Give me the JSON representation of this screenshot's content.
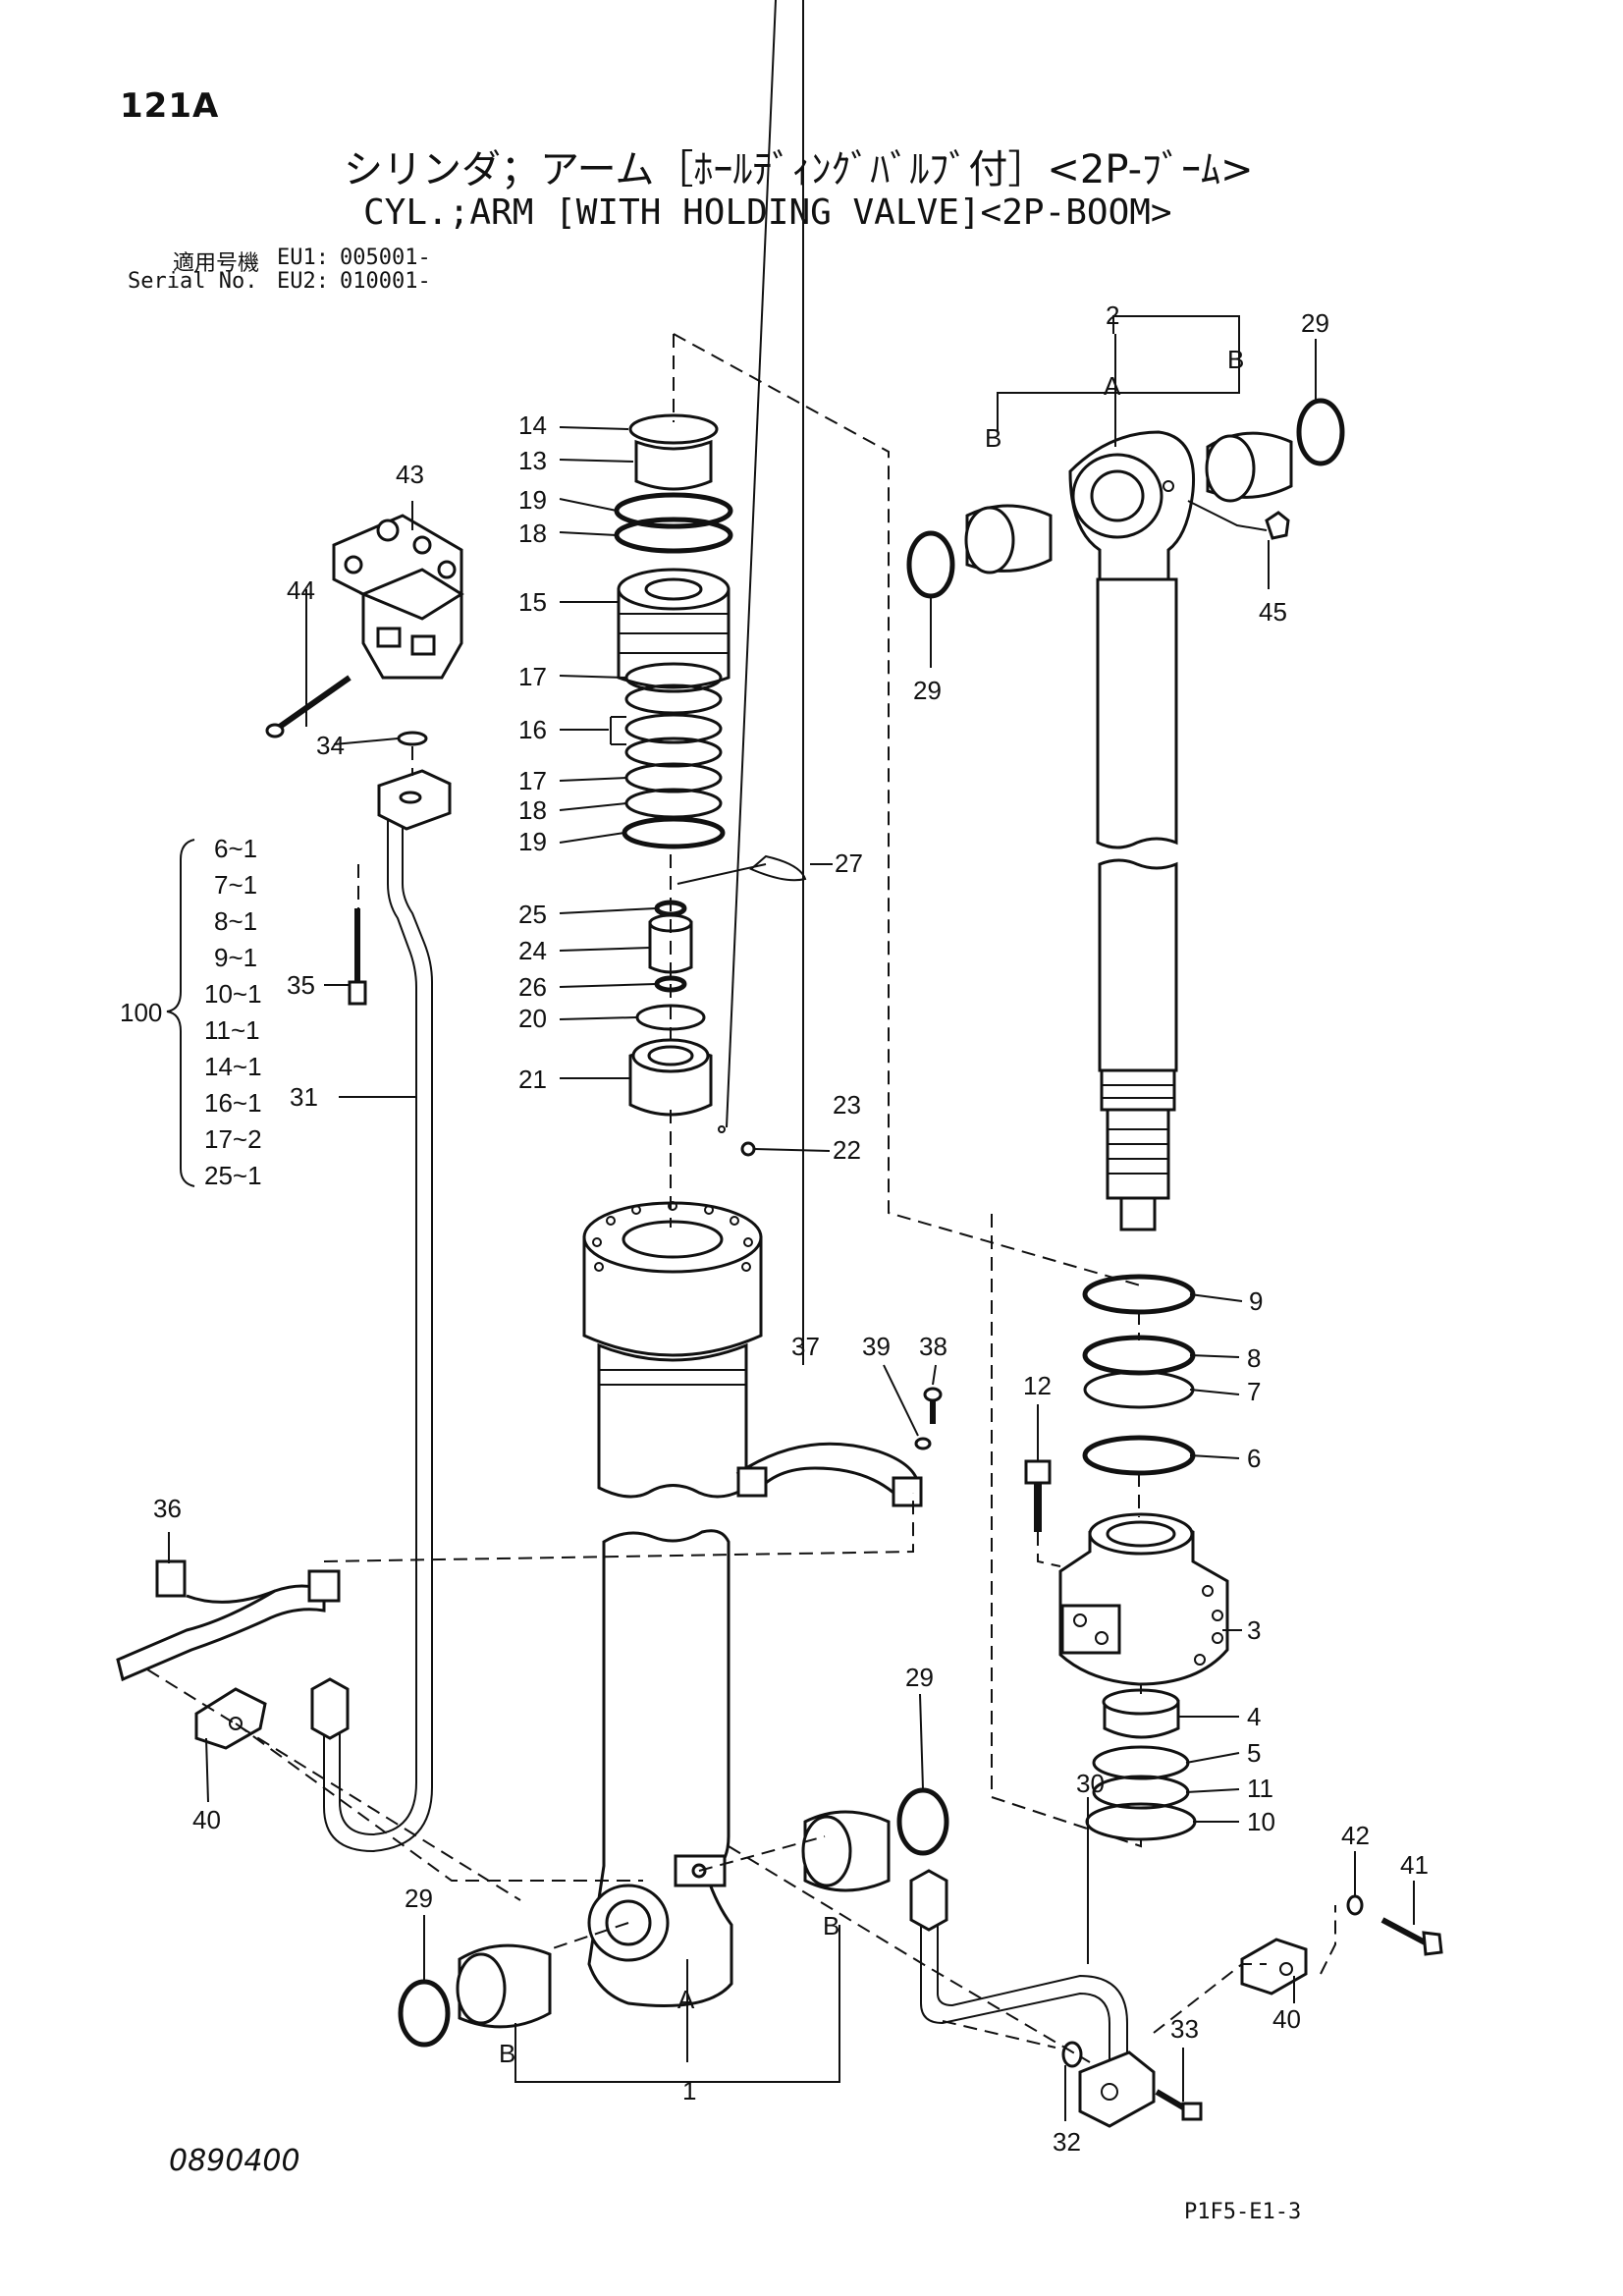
{
  "header": {
    "page_no": "121A",
    "title_jp": "シリンダ；アーム［ﾎｰﾙﾃﾞｨﾝｸﾞﾊﾞﾙﾌﾞ付］<2P-ﾌﾞｰﾑ>",
    "title_en": "CYL.;ARM [WITH HOLDING VALVE]<2P-BOOM>",
    "serial_label_jp": "適用号機",
    "serial_label_en": "Serial No.",
    "serials": [
      {
        "model": "EU1:",
        "number": "005001-"
      },
      {
        "model": "EU2:",
        "number": "010001-"
      }
    ]
  },
  "kit": {
    "number": "100",
    "items": [
      "6~1",
      "7~1",
      "8~1",
      "9~1",
      "10~1",
      "11~1",
      "14~1",
      "16~1",
      "17~2",
      "25~1"
    ]
  },
  "callouts": {
    "c1": "1",
    "c2": "2",
    "c3": "3",
    "c4": "4",
    "c5": "5",
    "c6": "6",
    "c7": "7",
    "c8": "8",
    "c9": "9",
    "c10": "10",
    "c11": "11",
    "c12": "12",
    "c13": "13",
    "c14": "14",
    "c15": "15",
    "c16": "16",
    "c17a": "17",
    "c17b": "17",
    "c18a": "18",
    "c18b": "18",
    "c19a": "19",
    "c19b": "19",
    "c20": "20",
    "c21": "21",
    "c22": "22",
    "c23": "23",
    "c24": "24",
    "c25": "25",
    "c26": "26",
    "c27": "27",
    "c29a": "29",
    "c29b": "29",
    "c29c": "29",
    "c29d": "29",
    "c30": "30",
    "c31": "31",
    "c32": "32",
    "c33": "33",
    "c34": "34",
    "c35": "35",
    "c36": "36",
    "c37": "37",
    "c38": "38",
    "c39": "39",
    "c40a": "40",
    "c40b": "40",
    "c41": "41",
    "c42": "42",
    "c43": "43",
    "c44": "44",
    "c45": "45",
    "la1": "A",
    "la2": "A",
    "lb1": "B",
    "lb2": "B",
    "lb3": "B",
    "lb4": "B"
  },
  "footer": {
    "doc_code": "0890400",
    "page_code": "P1F5-E1-3"
  }
}
